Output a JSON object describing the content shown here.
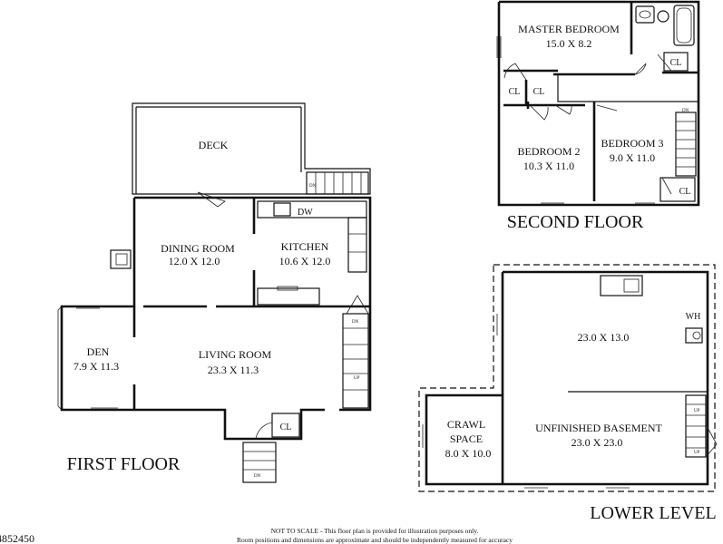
{
  "second_floor": {
    "title": "SECOND FLOOR",
    "rooms": {
      "master_bedroom": {
        "name": "MASTER BEDROOM",
        "dims": "15.0 X 8.2"
      },
      "bedroom2": {
        "name": "BEDROOM 2",
        "dims": "10.3 X 11.0"
      },
      "bedroom3": {
        "name": "BEDROOM 3",
        "dims": "9.0 X 11.0"
      }
    },
    "closet_labels": [
      "CL",
      "CL",
      "CL",
      "CL"
    ],
    "stair_label": "DN"
  },
  "first_floor": {
    "title": "FIRST FLOOR",
    "rooms": {
      "deck": {
        "name": "DECK"
      },
      "dining_room": {
        "name": "DINING ROOM",
        "dims": "12.0 X 12.0"
      },
      "kitchen": {
        "name": "KITCHEN",
        "dims": "10.6 X 12.0"
      },
      "den": {
        "name": "DEN",
        "dims": "7.9 X 11.3"
      },
      "living_room": {
        "name": "LIVING ROOM",
        "dims": "23.3 X 11.3"
      }
    },
    "dishwasher_label": "DW",
    "closet_label": "CL",
    "stair_labels": {
      "deck_dn": "DN",
      "dn": "DN",
      "up": "UP",
      "entry_dn": "DN"
    }
  },
  "lower_level": {
    "title": "LOWER LEVEL",
    "upper_area_dims": "23.0 X 13.0",
    "water_heater_label": "WH",
    "crawl_space": {
      "line1": "CRAWL",
      "line2": "SPACE",
      "dims": "8.0 X 10.0"
    },
    "basement": {
      "name": "UNFINISHED BASEMENT",
      "dims": "23.0 X 23.0"
    },
    "stair_labels": {
      "up1": "UP",
      "up2": "UP"
    }
  },
  "footer": {
    "id_number": "4852450",
    "note_line1": "NOT TO SCALE - This floor plan is provided for illustration purposes only.",
    "note_line2": "Room positions and dimensions are approximate and should be independently measured for accuracy"
  }
}
